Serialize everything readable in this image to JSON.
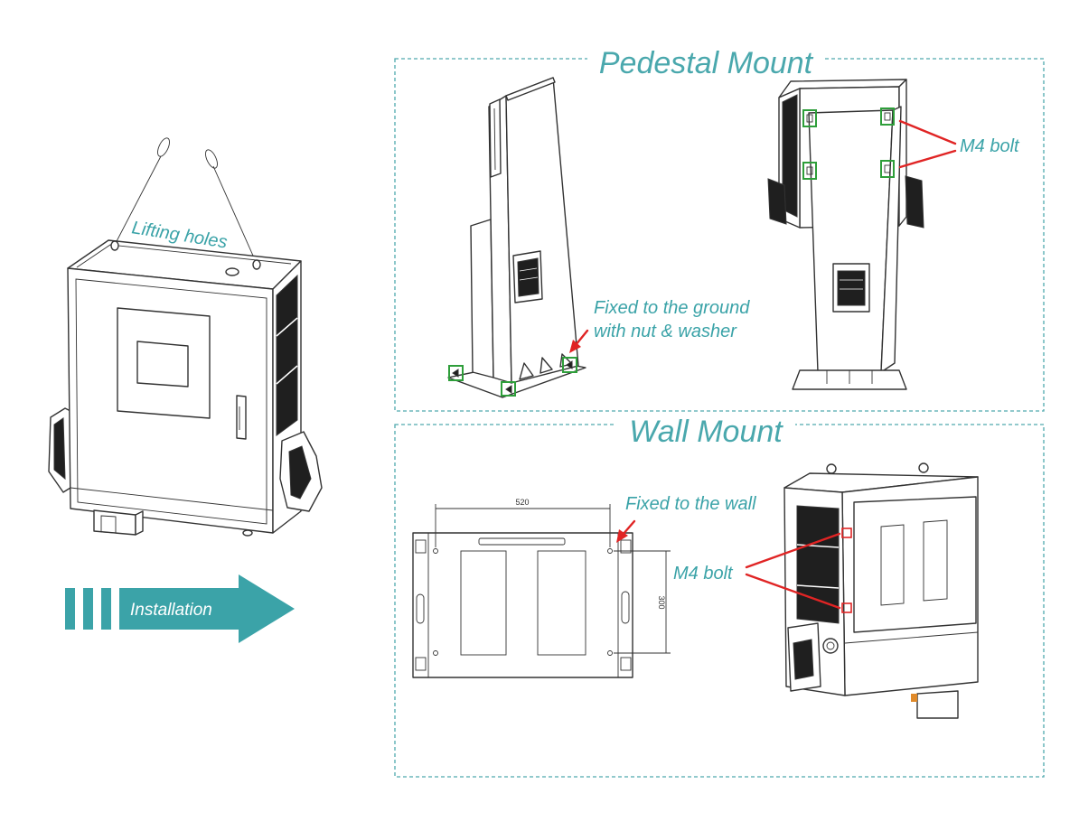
{
  "labels": {
    "lifting_holes": "Lifting holes",
    "installation": "Installation"
  },
  "pedestal": {
    "title": "Pedestal Mount",
    "ground_line1": "Fixed to the ground",
    "ground_line2": "with nut & washer",
    "bolt": "M4 bolt"
  },
  "wall": {
    "title": "Wall Mount",
    "fixed": "Fixed to the wall",
    "bolt": "M4 bolt",
    "dim_width": "520",
    "dim_height": "300"
  },
  "colors": {
    "accent": "#3ba3a8",
    "arrow": "#e02424",
    "highlight": "#2e9e3a",
    "line": "#333333"
  }
}
